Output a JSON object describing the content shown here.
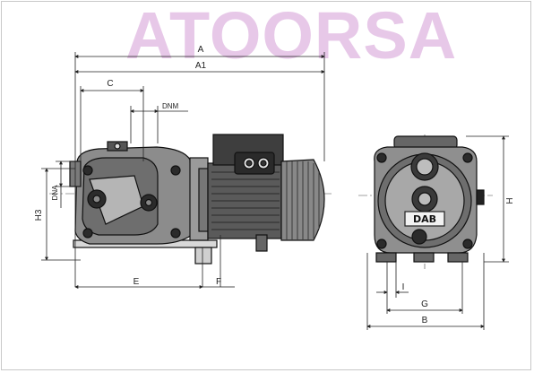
{
  "watermark": {
    "text": "ATOORSA",
    "color": "#e7c8e8"
  },
  "dimensions": {
    "A": "A",
    "A1": "A1",
    "C": "C",
    "DNM": "DNM",
    "DNA": "DNA",
    "H3": "H3",
    "E": "E",
    "F": "F",
    "H": "H",
    "I": "I",
    "G": "G",
    "B": "B"
  },
  "brand": {
    "logo": "DAB"
  }
}
